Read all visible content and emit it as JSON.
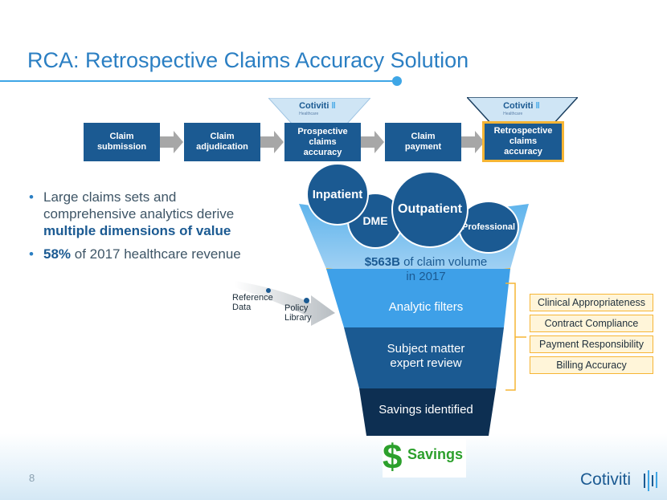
{
  "slide": {
    "title": "RCA: Retrospective Claims Accuracy Solution",
    "page_number": "8"
  },
  "process_steps": [
    {
      "label": "Claim\nsubmission",
      "highlighted": false
    },
    {
      "label": "Claim\nadjudication",
      "highlighted": false
    },
    {
      "label": "Prospective\nclaims\naccuracy",
      "highlighted": false
    },
    {
      "label": "Claim\npayment",
      "highlighted": false
    },
    {
      "label": "Retrospective\nclaims\naccuracy",
      "highlighted": true
    }
  ],
  "brand": {
    "name": "Cotiviti",
    "sub": "Healthcare",
    "colors": {
      "primary": "#1b5a92",
      "accent": "#3ea6e6",
      "highlight": "#f6b535",
      "savings_green": "#2ca02c"
    }
  },
  "bullets": [
    {
      "pre": "Large claims sets and comprehensive analytics derive ",
      "bold": "multiple dimensions of value",
      "post": ""
    },
    {
      "pre": "",
      "bold": "58%",
      "post": " of 2017 healthcare revenue"
    }
  ],
  "claim_types": [
    "Inpatient",
    "DME",
    "Outpatient",
    "Professional"
  ],
  "funnel": {
    "volume_bold": "$563B",
    "volume_rest": " of claim volume",
    "volume_line2": "in 2017",
    "stage1": "Analytic filters",
    "stage2_line1": "Subject matter",
    "stage2_line2": "expert review",
    "stage3": "Savings identified"
  },
  "inputs": {
    "reference_line1": "Reference",
    "reference_line2": "Data",
    "policy_line1": "Policy",
    "policy_line2": "Library"
  },
  "dimensions": [
    "Clinical Appropriateness",
    "Contract Compliance",
    "Payment Responsibility",
    "Billing Accuracy"
  ],
  "savings": {
    "symbol": "$",
    "label": "Savings"
  }
}
